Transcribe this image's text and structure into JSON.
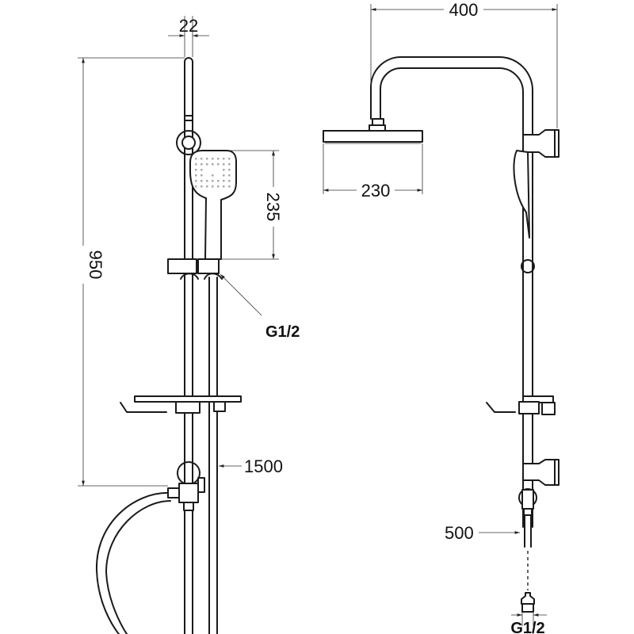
{
  "dimensions": {
    "rail_width": "22",
    "total_height": "950",
    "hand_shower_length": "235",
    "hand_connection": "G1/2",
    "hose_length": "1500",
    "arm_reach": "400",
    "head_width": "230",
    "bottom_pipe": "500",
    "bottom_connection": "G1/2"
  },
  "colors": {
    "line": "#1a1a1a",
    "background": "#ffffff"
  }
}
